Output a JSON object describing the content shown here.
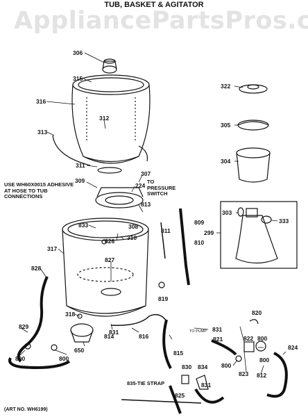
{
  "watermark": "AppliancePartsPros.com",
  "title": "TUB, BASKET & AGITATOR",
  "notes": {
    "adhesive": "USE WH60X0015 ADHESIVE\nAT HOSE TO TUB\nCONNECTIONS",
    "to_pressure_switch": "TO\nPRESSURE\nSWITCH",
    "to_pump": "TO PUMP",
    "tie_strap": "835-TIE STRAP",
    "art_no": "(ART NO. WH6199)"
  },
  "parts": [
    "306",
    "315",
    "316",
    "312",
    "313",
    "311",
    "309",
    "307",
    "224",
    "813",
    "322",
    "305",
    "304",
    "303",
    "333",
    "299",
    "833",
    "308",
    "310",
    "826",
    "811",
    "809",
    "810",
    "317",
    "827",
    "828",
    "819",
    "318",
    "820",
    "829",
    "831",
    "814",
    "816",
    "800",
    "650",
    "815",
    "830",
    "834",
    "825",
    "821",
    "822",
    "824",
    "823",
    "812"
  ]
}
